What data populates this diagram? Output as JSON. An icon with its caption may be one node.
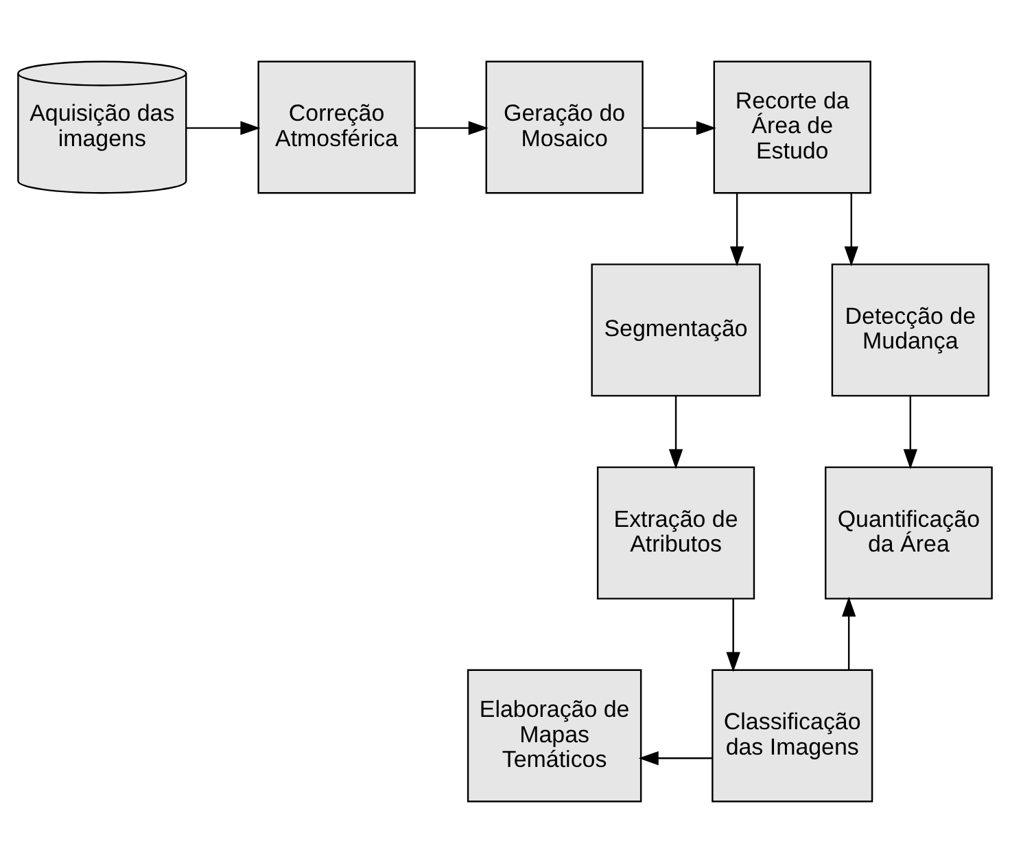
{
  "diagram": {
    "nodes": [
      {
        "text": [
          "Aquisição das imagens"
        ]
      },
      {
        "text": [
          "Correção Atmosférica"
        ]
      },
      {
        "text": [
          "Geração do Mosaico"
        ]
      },
      {
        "text": [
          "Recorte da Área de Estudo"
        ]
      },
      {
        "text": [
          "Segmentação"
        ]
      },
      {
        "text": [
          "Detecção de Mudança"
        ]
      },
      {
        "text": [
          "Extração de Atributos"
        ]
      },
      {
        "text": [
          "Quantificação da Área"
        ]
      },
      {
        "text": [
          "Elaboração de Mapas Temáticos"
        ]
      },
      {
        "text": [
          "Classificação das Imagens"
        ]
      }
    ],
    "edges": [
      {
        "from": 0,
        "to": 1,
        "arrow": "to"
      },
      {
        "from": 1,
        "to": 2,
        "arrow": "to"
      },
      {
        "from": 2,
        "to": 3,
        "arrow": "to"
      },
      {
        "from": 3,
        "to": 4,
        "arrow": "to"
      },
      {
        "from": 3,
        "to": 5,
        "arrow": "to"
      },
      {
        "from": 4,
        "to": 6,
        "arrow": "to"
      },
      {
        "from": 5,
        "to": 7,
        "arrow": "to"
      },
      {
        "from": 6,
        "to": 9,
        "arrow": "to"
      },
      {
        "from": 9,
        "to": 8,
        "arrow": "to"
      },
      {
        "from": 9,
        "to": 7,
        "arrow": "to"
      }
    ]
  }
}
